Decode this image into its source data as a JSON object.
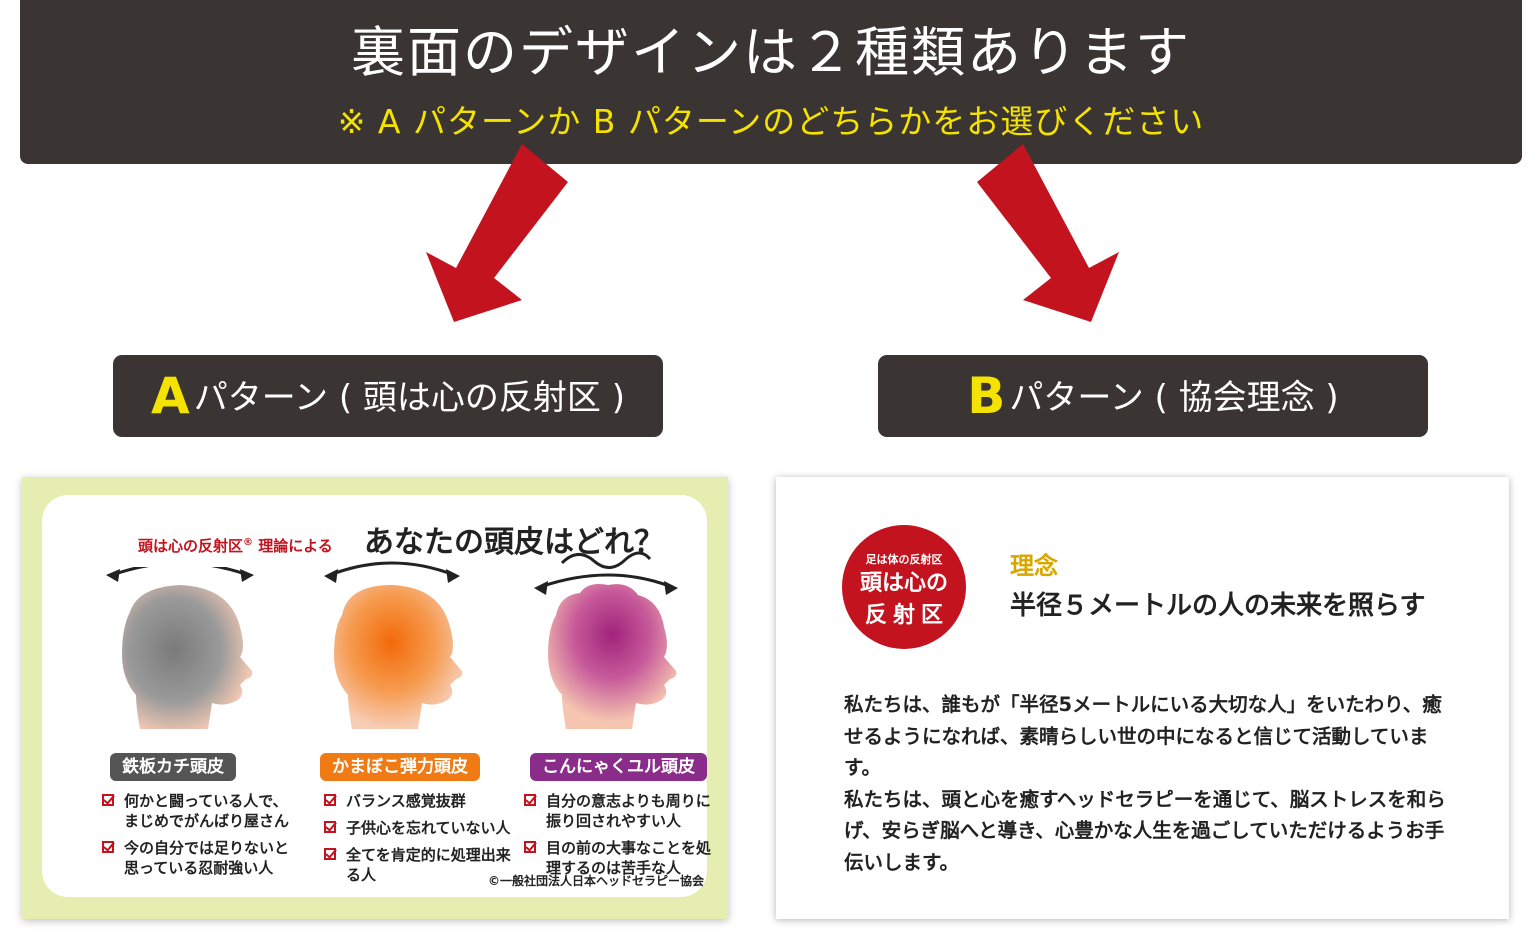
{
  "banner": {
    "title": "裏面のデザインは２種類あります",
    "subtitle": "※ A パターンか B パターンのどちらかをお選びください"
  },
  "patterns": {
    "a": {
      "letter": "A",
      "label": "パターン ( 頭は心の反射区 )"
    },
    "b": {
      "letter": "B",
      "label": "パターン ( 協会理念 )"
    }
  },
  "card_a": {
    "lead": "頭は心の反射区",
    "lead_mark": "®",
    "lead_suffix": " 理論による",
    "question": "あなたの頭皮はどれ？",
    "types": [
      {
        "name": "鉄板カチ頭皮",
        "color": "#555555",
        "items": [
          "何かと闘っている人で、まじめでがんばり屋さん",
          "今の自分では足りないと思っている忍耐強い人"
        ]
      },
      {
        "name": "かまぼこ弾力頭皮",
        "color": "#f07a14",
        "items": [
          "バランス感覚抜群",
          "子供心を忘れていない人",
          "全てを肯定的に処理出来る人"
        ]
      },
      {
        "name": "こんにゃくユル頭皮",
        "color": "#8a2d8a",
        "items": [
          "自分の意志よりも周りに振り回されやすい人",
          "目の前の大事なことを処理するのは苦手な人"
        ]
      }
    ],
    "copyright": "©一般社団法人日本ヘッドセラピー協会"
  },
  "card_b": {
    "seal_small": "足は体の反射区",
    "seal_big1": "頭は心の",
    "seal_big2": "反射区",
    "heading": "理念",
    "motto": "半径５メートルの人の未来を照らす",
    "paragraphs": [
      "私たちは、誰もが「半径5メートルにいる大切な人」をいたわり、癒せるようになれば、素晴らしい世の中になると信じて活動しています。",
      "私たちは、頭と心を癒すヘッドセラピーを通じて、脳ストレスを和らげ、安らぎ脳へと導き、心豊かな人生を過ごしていただけるようお手伝いします。"
    ]
  },
  "colors": {
    "banner_bg": "#3a3433",
    "accent_yellow": "#f4e200",
    "arrow_red": "#c3131f",
    "card_a_bg": "#e5edb0"
  }
}
